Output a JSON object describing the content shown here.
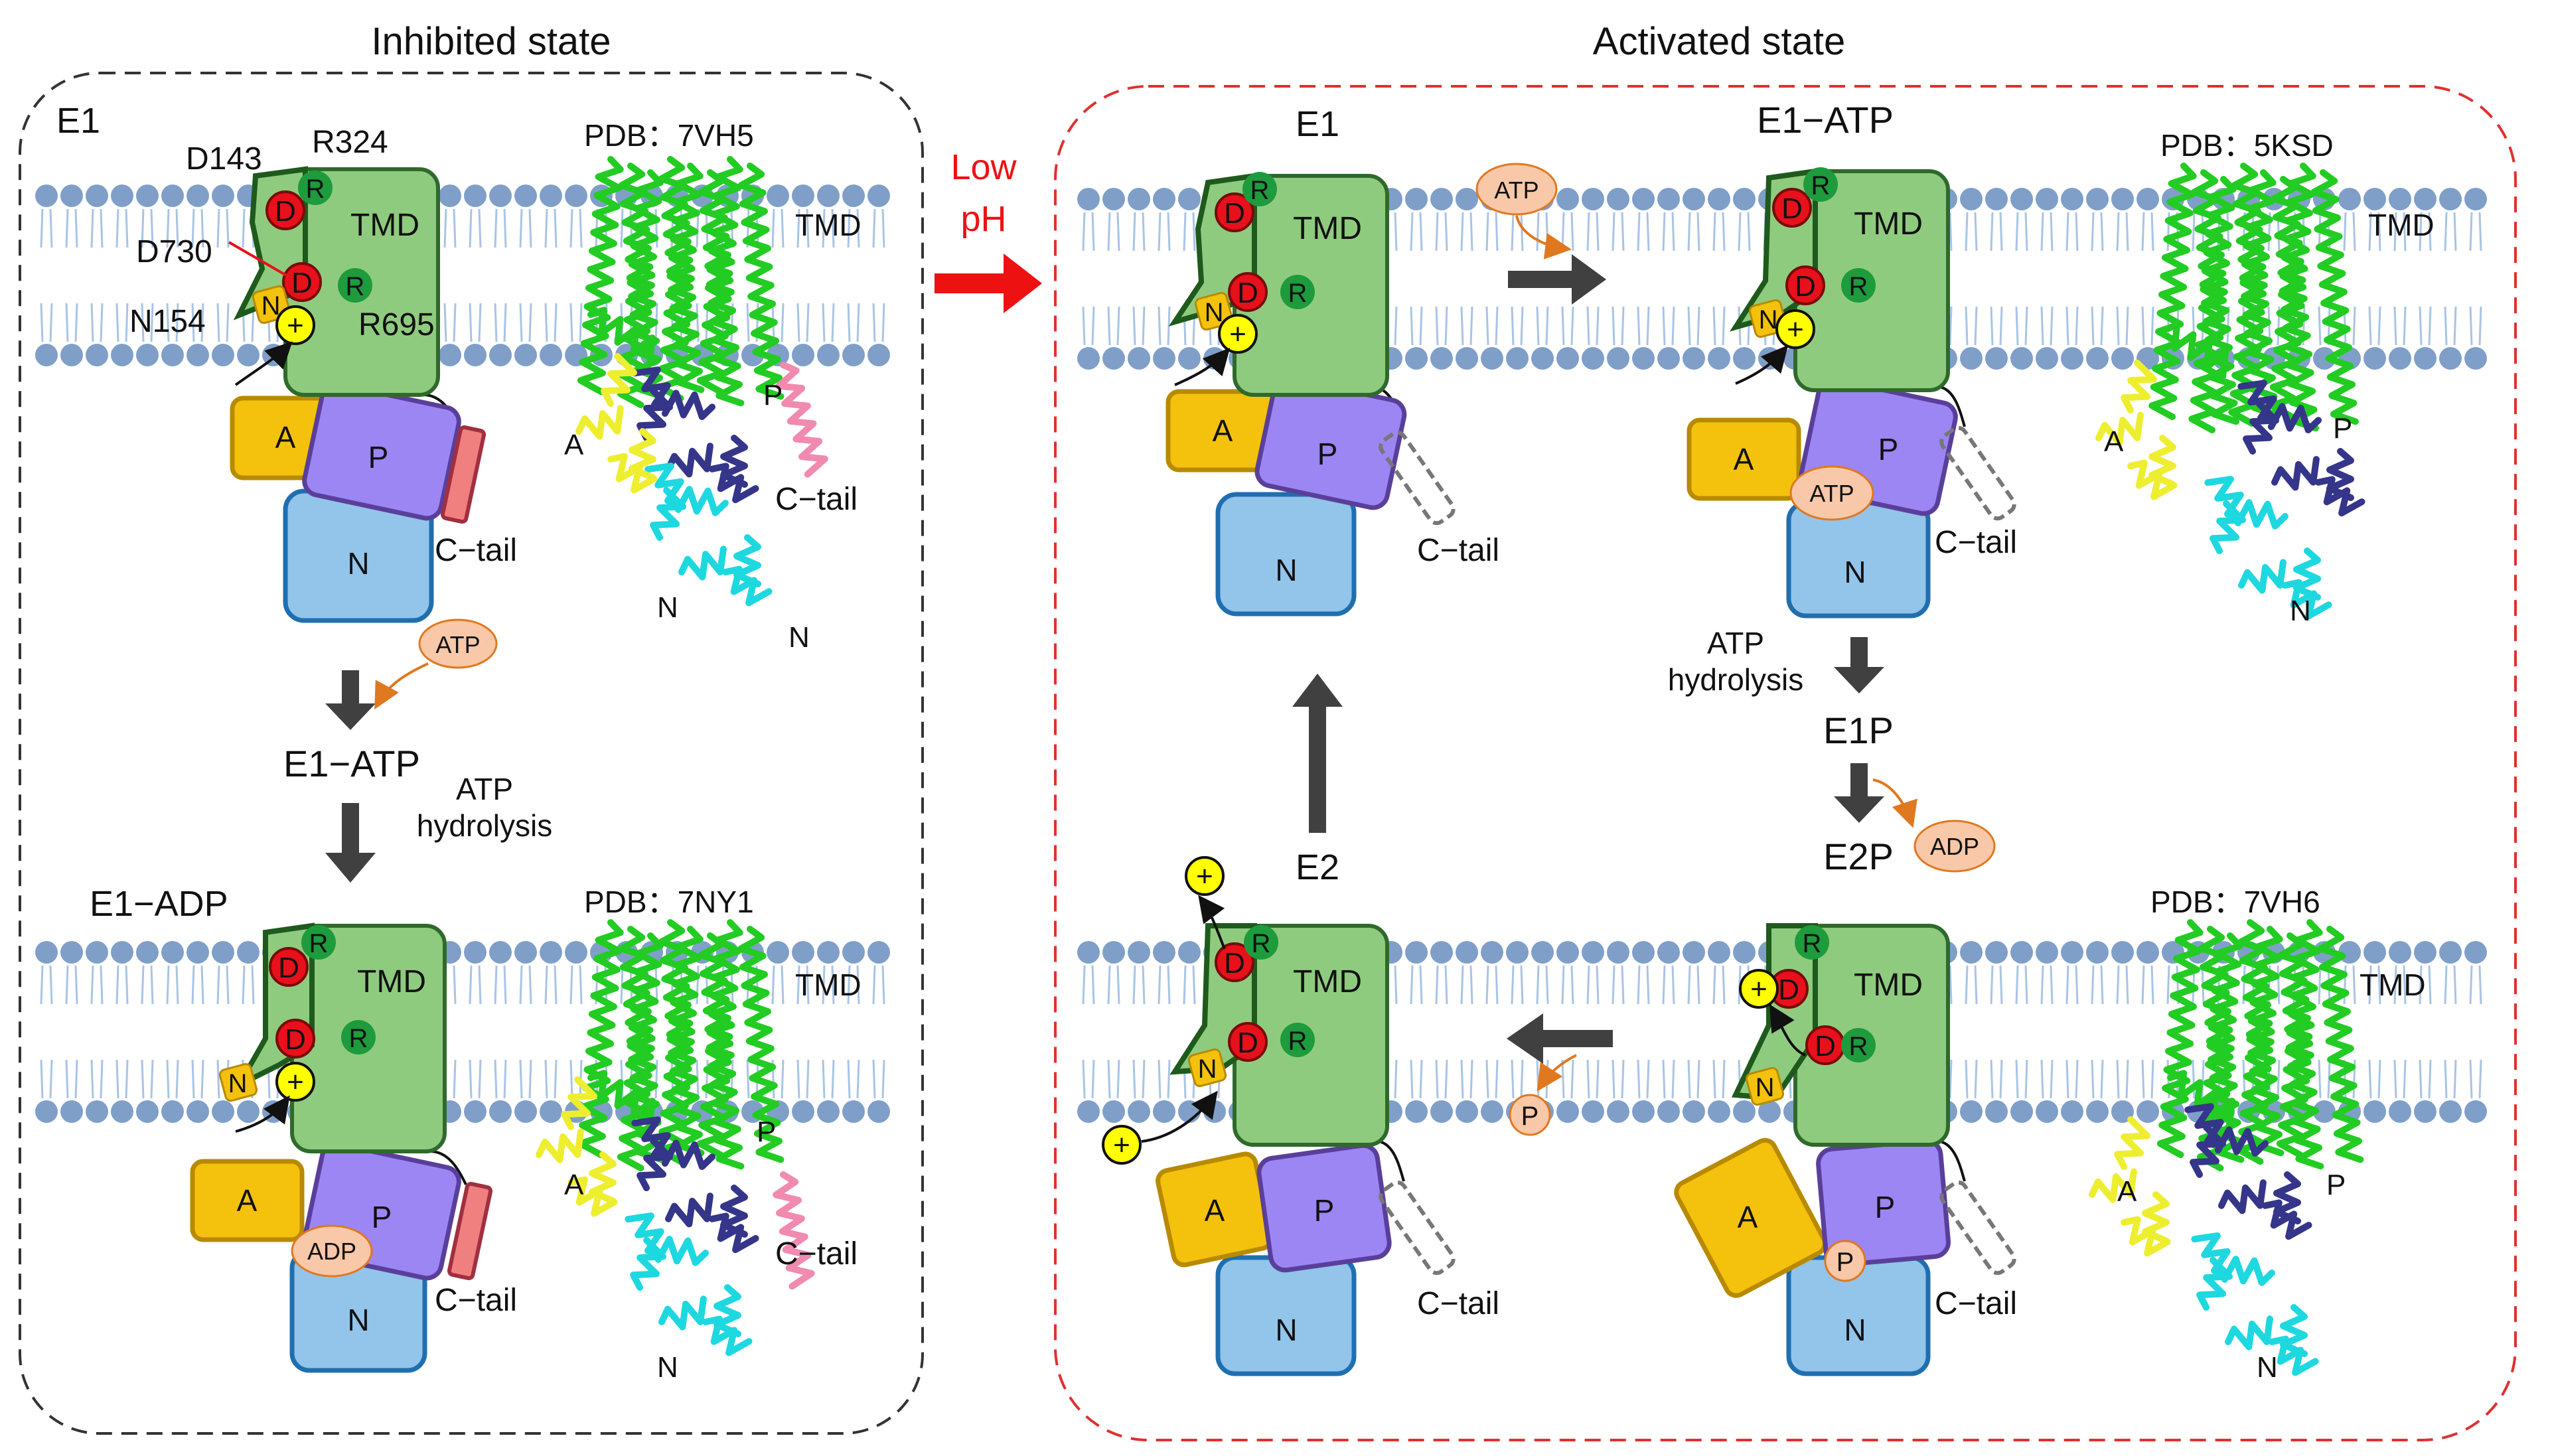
{
  "sections": {
    "inhibited_title": "Inhibited state",
    "activated_title": "Activated state",
    "transition_label": [
      "Low",
      "pH"
    ]
  },
  "colors": {
    "tmd": "#8fcb7f",
    "tmd_stroke": "#2f6a2c",
    "a_domain": "#f4c20d",
    "p_domain": "#9b86f4",
    "n_domain": "#93c4ea",
    "ctail": "#f08080",
    "membrane_head": "#7f9fc9",
    "membrane_tail": "#a9c4e4",
    "asp_red": "#e8101a",
    "arg_green": "#1e9b3d",
    "cation_yellow": "#ffff00",
    "ligand": "#f9c8a8",
    "ligand_arrow": "#e07820",
    "process_arrow": "#404040",
    "frame_inhibited": "#333333",
    "frame_activated": "#e03030",
    "low_ph_arrow": "#ee1111",
    "structure_green": "#22cc22",
    "structure_navy": "#35358a",
    "structure_cyan": "#1ed8e0",
    "structure_yellow": "#eeee30",
    "structure_pink": "#f08ab0"
  },
  "labels": {
    "tmd": "TMD",
    "asp": "D",
    "arg": "R",
    "asn": "N",
    "plus": "+",
    "a": "A",
    "p": "P",
    "n": "N",
    "ctail": "C−tail",
    "atp": "ATP",
    "adp": "ADP",
    "phosphate": "P"
  },
  "residues": {
    "d143": "D143",
    "r324": "R324",
    "d730": "D730",
    "n154": "N154",
    "r695": "R695"
  },
  "states": {
    "inhibited_e1": "E1",
    "inhibited_e1_atp": "E1−ATP",
    "inhibited_e1_adp": "E1−ADP",
    "activated_e1": "E1",
    "activated_e1_atp": "E1−ATP",
    "activated_e1p": "E1P",
    "activated_e2p": "E2P",
    "activated_e2": "E2"
  },
  "hydrolysis": [
    "ATP",
    "hydrolysis"
  ],
  "pdb": {
    "p1": "PDB：7VH5",
    "p2": "PDB：7NY1",
    "p3": "PDB：5KSD",
    "p4": "PDB：7VH6"
  }
}
